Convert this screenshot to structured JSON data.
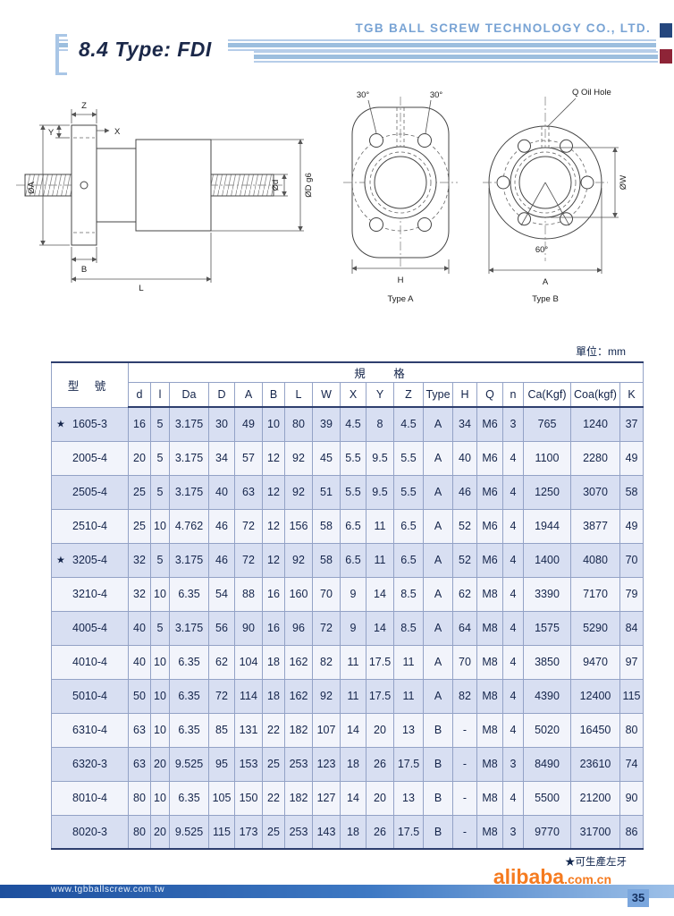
{
  "header": {
    "company": "TGB BALL SCREW TECHNOLOGY CO., LTD.",
    "section_title": "8.4 Type: FDI"
  },
  "diagrams": {
    "side": {
      "z": "Z",
      "x": "X",
      "y": "Y",
      "oa": "ØA",
      "od": "Ød",
      "odg6": "ØD g6",
      "b": "B",
      "l": "L"
    },
    "typeA": {
      "deg_left": "30°",
      "deg_right": "30°",
      "h": "H",
      "caption": "Type A"
    },
    "typeB": {
      "oil": "Q Oil Hole",
      "ow": "ØW",
      "deg": "60°",
      "a": "A",
      "caption": "Type B"
    }
  },
  "table": {
    "unit_label": "單位：mm",
    "model_header": "型 號",
    "spec_header": "規 格",
    "columns": [
      "d",
      "l",
      "Da",
      "D",
      "A",
      "B",
      "L",
      "W",
      "X",
      "Y",
      "Z",
      "Type",
      "H",
      "Q",
      "n",
      "Ca(Kgf)",
      "Coa(kgf)",
      "K"
    ],
    "rows": [
      {
        "star": "★",
        "model": "1605-3",
        "values": [
          "16",
          "5",
          "3.175",
          "30",
          "49",
          "10",
          "80",
          "39",
          "4.5",
          "8",
          "4.5",
          "A",
          "34",
          "M6",
          "3",
          "765",
          "1240",
          "37"
        ]
      },
      {
        "star": "",
        "model": "2005-4",
        "values": [
          "20",
          "5",
          "3.175",
          "34",
          "57",
          "12",
          "92",
          "45",
          "5.5",
          "9.5",
          "5.5",
          "A",
          "40",
          "M6",
          "4",
          "1100",
          "2280",
          "49"
        ]
      },
      {
        "star": "",
        "model": "2505-4",
        "values": [
          "25",
          "5",
          "3.175",
          "40",
          "63",
          "12",
          "92",
          "51",
          "5.5",
          "9.5",
          "5.5",
          "A",
          "46",
          "M6",
          "4",
          "1250",
          "3070",
          "58"
        ]
      },
      {
        "star": "",
        "model": "2510-4",
        "values": [
          "25",
          "10",
          "4.762",
          "46",
          "72",
          "12",
          "156",
          "58",
          "6.5",
          "11",
          "6.5",
          "A",
          "52",
          "M6",
          "4",
          "1944",
          "3877",
          "49"
        ]
      },
      {
        "star": "★",
        "model": "3205-4",
        "values": [
          "32",
          "5",
          "3.175",
          "46",
          "72",
          "12",
          "92",
          "58",
          "6.5",
          "11",
          "6.5",
          "A",
          "52",
          "M6",
          "4",
          "1400",
          "4080",
          "70"
        ]
      },
      {
        "star": "",
        "model": "3210-4",
        "values": [
          "32",
          "10",
          "6.35",
          "54",
          "88",
          "16",
          "160",
          "70",
          "9",
          "14",
          "8.5",
          "A",
          "62",
          "M8",
          "4",
          "3390",
          "7170",
          "79"
        ]
      },
      {
        "star": "",
        "model": "4005-4",
        "values": [
          "40",
          "5",
          "3.175",
          "56",
          "90",
          "16",
          "96",
          "72",
          "9",
          "14",
          "8.5",
          "A",
          "64",
          "M8",
          "4",
          "1575",
          "5290",
          "84"
        ]
      },
      {
        "star": "",
        "model": "4010-4",
        "values": [
          "40",
          "10",
          "6.35",
          "62",
          "104",
          "18",
          "162",
          "82",
          "11",
          "17.5",
          "11",
          "A",
          "70",
          "M8",
          "4",
          "3850",
          "9470",
          "97"
        ]
      },
      {
        "star": "",
        "model": "5010-4",
        "values": [
          "50",
          "10",
          "6.35",
          "72",
          "114",
          "18",
          "162",
          "92",
          "11",
          "17.5",
          "11",
          "A",
          "82",
          "M8",
          "4",
          "4390",
          "12400",
          "115"
        ]
      },
      {
        "star": "",
        "model": "6310-4",
        "values": [
          "63",
          "10",
          "6.35",
          "85",
          "131",
          "22",
          "182",
          "107",
          "14",
          "20",
          "13",
          "B",
          "-",
          "M8",
          "4",
          "5020",
          "16450",
          "80"
        ]
      },
      {
        "star": "",
        "model": "6320-3",
        "values": [
          "63",
          "20",
          "9.525",
          "95",
          "153",
          "25",
          "253",
          "123",
          "18",
          "26",
          "17.5",
          "B",
          "-",
          "M8",
          "3",
          "8490",
          "23610",
          "74"
        ]
      },
      {
        "star": "",
        "model": "8010-4",
        "values": [
          "80",
          "10",
          "6.35",
          "105",
          "150",
          "22",
          "182",
          "127",
          "14",
          "20",
          "13",
          "B",
          "-",
          "M8",
          "4",
          "5500",
          "21200",
          "90"
        ]
      },
      {
        "star": "",
        "model": "8020-3",
        "values": [
          "80",
          "20",
          "9.525",
          "115",
          "173",
          "25",
          "253",
          "143",
          "18",
          "26",
          "17.5",
          "B",
          "-",
          "M8",
          "3",
          "9770",
          "31700",
          "86"
        ]
      }
    ],
    "footnote": "★可生產左牙"
  },
  "footer": {
    "website": "www.tgbballscrew.com.tw",
    "alibaba_big": "alibaba",
    "alibaba_small": ".com.cn",
    "page": "35"
  }
}
